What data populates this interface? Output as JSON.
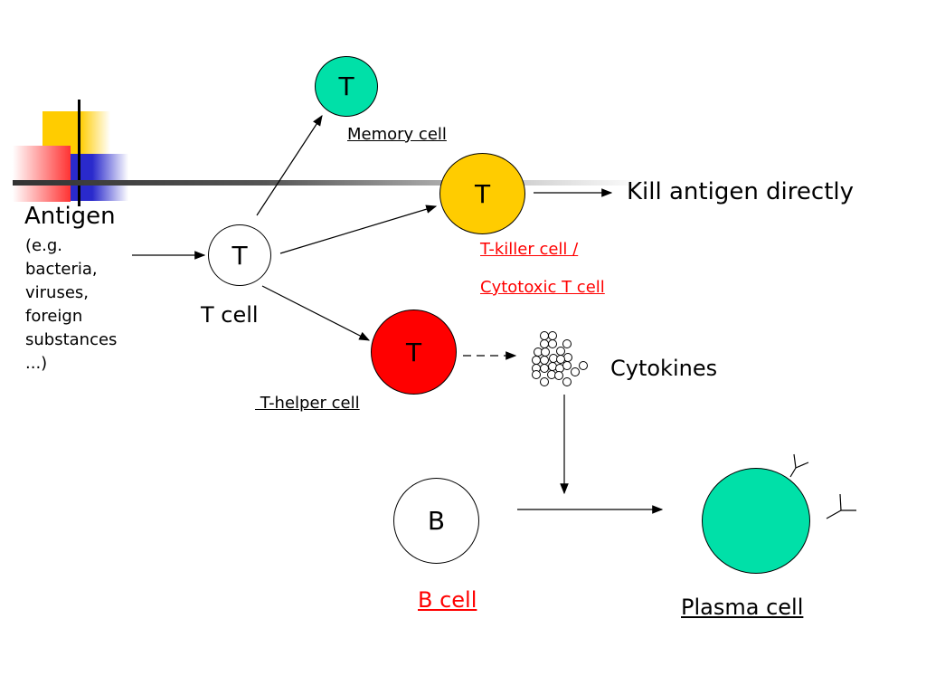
{
  "colors": {
    "memory": "#00e0a8",
    "killer": "#ffcc00",
    "helper": "#ff0000",
    "b_cell": "#ffffff",
    "plasma": "#00e0a8",
    "label_red": "#ff0000",
    "deco_yellow": "#ffcc00",
    "deco_blue": "#3333cc",
    "deco_red": "#ff3333"
  },
  "antigen": {
    "title": "Antigen",
    "lines": [
      "(e.g.",
      "bacteria,",
      "viruses,",
      "foreign",
      "substances",
      "...)"
    ]
  },
  "t_cell": {
    "letter": "T",
    "label": "T cell"
  },
  "memory_cell": {
    "letter": "T",
    "label": "Memory cell"
  },
  "killer_cell": {
    "letter": "T",
    "label_line1": "T-killer cell /",
    "label_line2": "Cytotoxic T cell"
  },
  "helper_cell": {
    "letter": "T",
    "label": " T-helper cell"
  },
  "kill_text": "Kill antigen directly",
  "cytokines_label": "Cytokines",
  "b_cell": {
    "letter": "B",
    "label": "B cell"
  },
  "plasma_cell": {
    "label": "Plasma cell"
  }
}
